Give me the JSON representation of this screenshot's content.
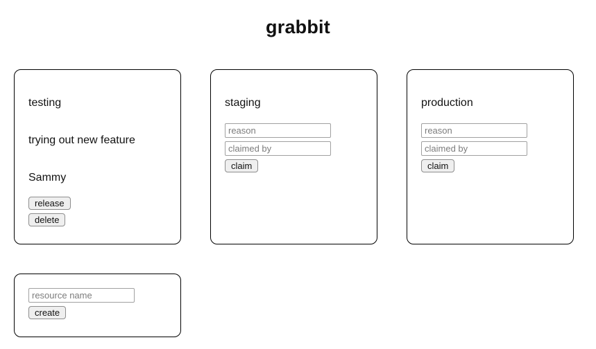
{
  "app": {
    "title": "grabbit"
  },
  "colors": {
    "card_border": "#000000",
    "button_bg": "#efefef",
    "button_border": "#8d8d8d",
    "input_border": "#a0a0a0",
    "placeholder_text": "#7c7c7c",
    "text": "#111111",
    "background": "#ffffff"
  },
  "resources": [
    {
      "name": "testing",
      "status": "claimed",
      "reason": "trying out new feature",
      "claimed_by": "Sammy",
      "release_label": "release",
      "delete_label": "delete"
    },
    {
      "name": "staging",
      "status": "unclaimed",
      "reason_placeholder": "reason",
      "claimed_by_placeholder": "claimed by",
      "claim_label": "claim"
    },
    {
      "name": "production",
      "status": "unclaimed",
      "reason_placeholder": "reason",
      "claimed_by_placeholder": "claimed by",
      "claim_label": "claim"
    }
  ],
  "create": {
    "name_placeholder": "resource name",
    "create_label": "create"
  }
}
